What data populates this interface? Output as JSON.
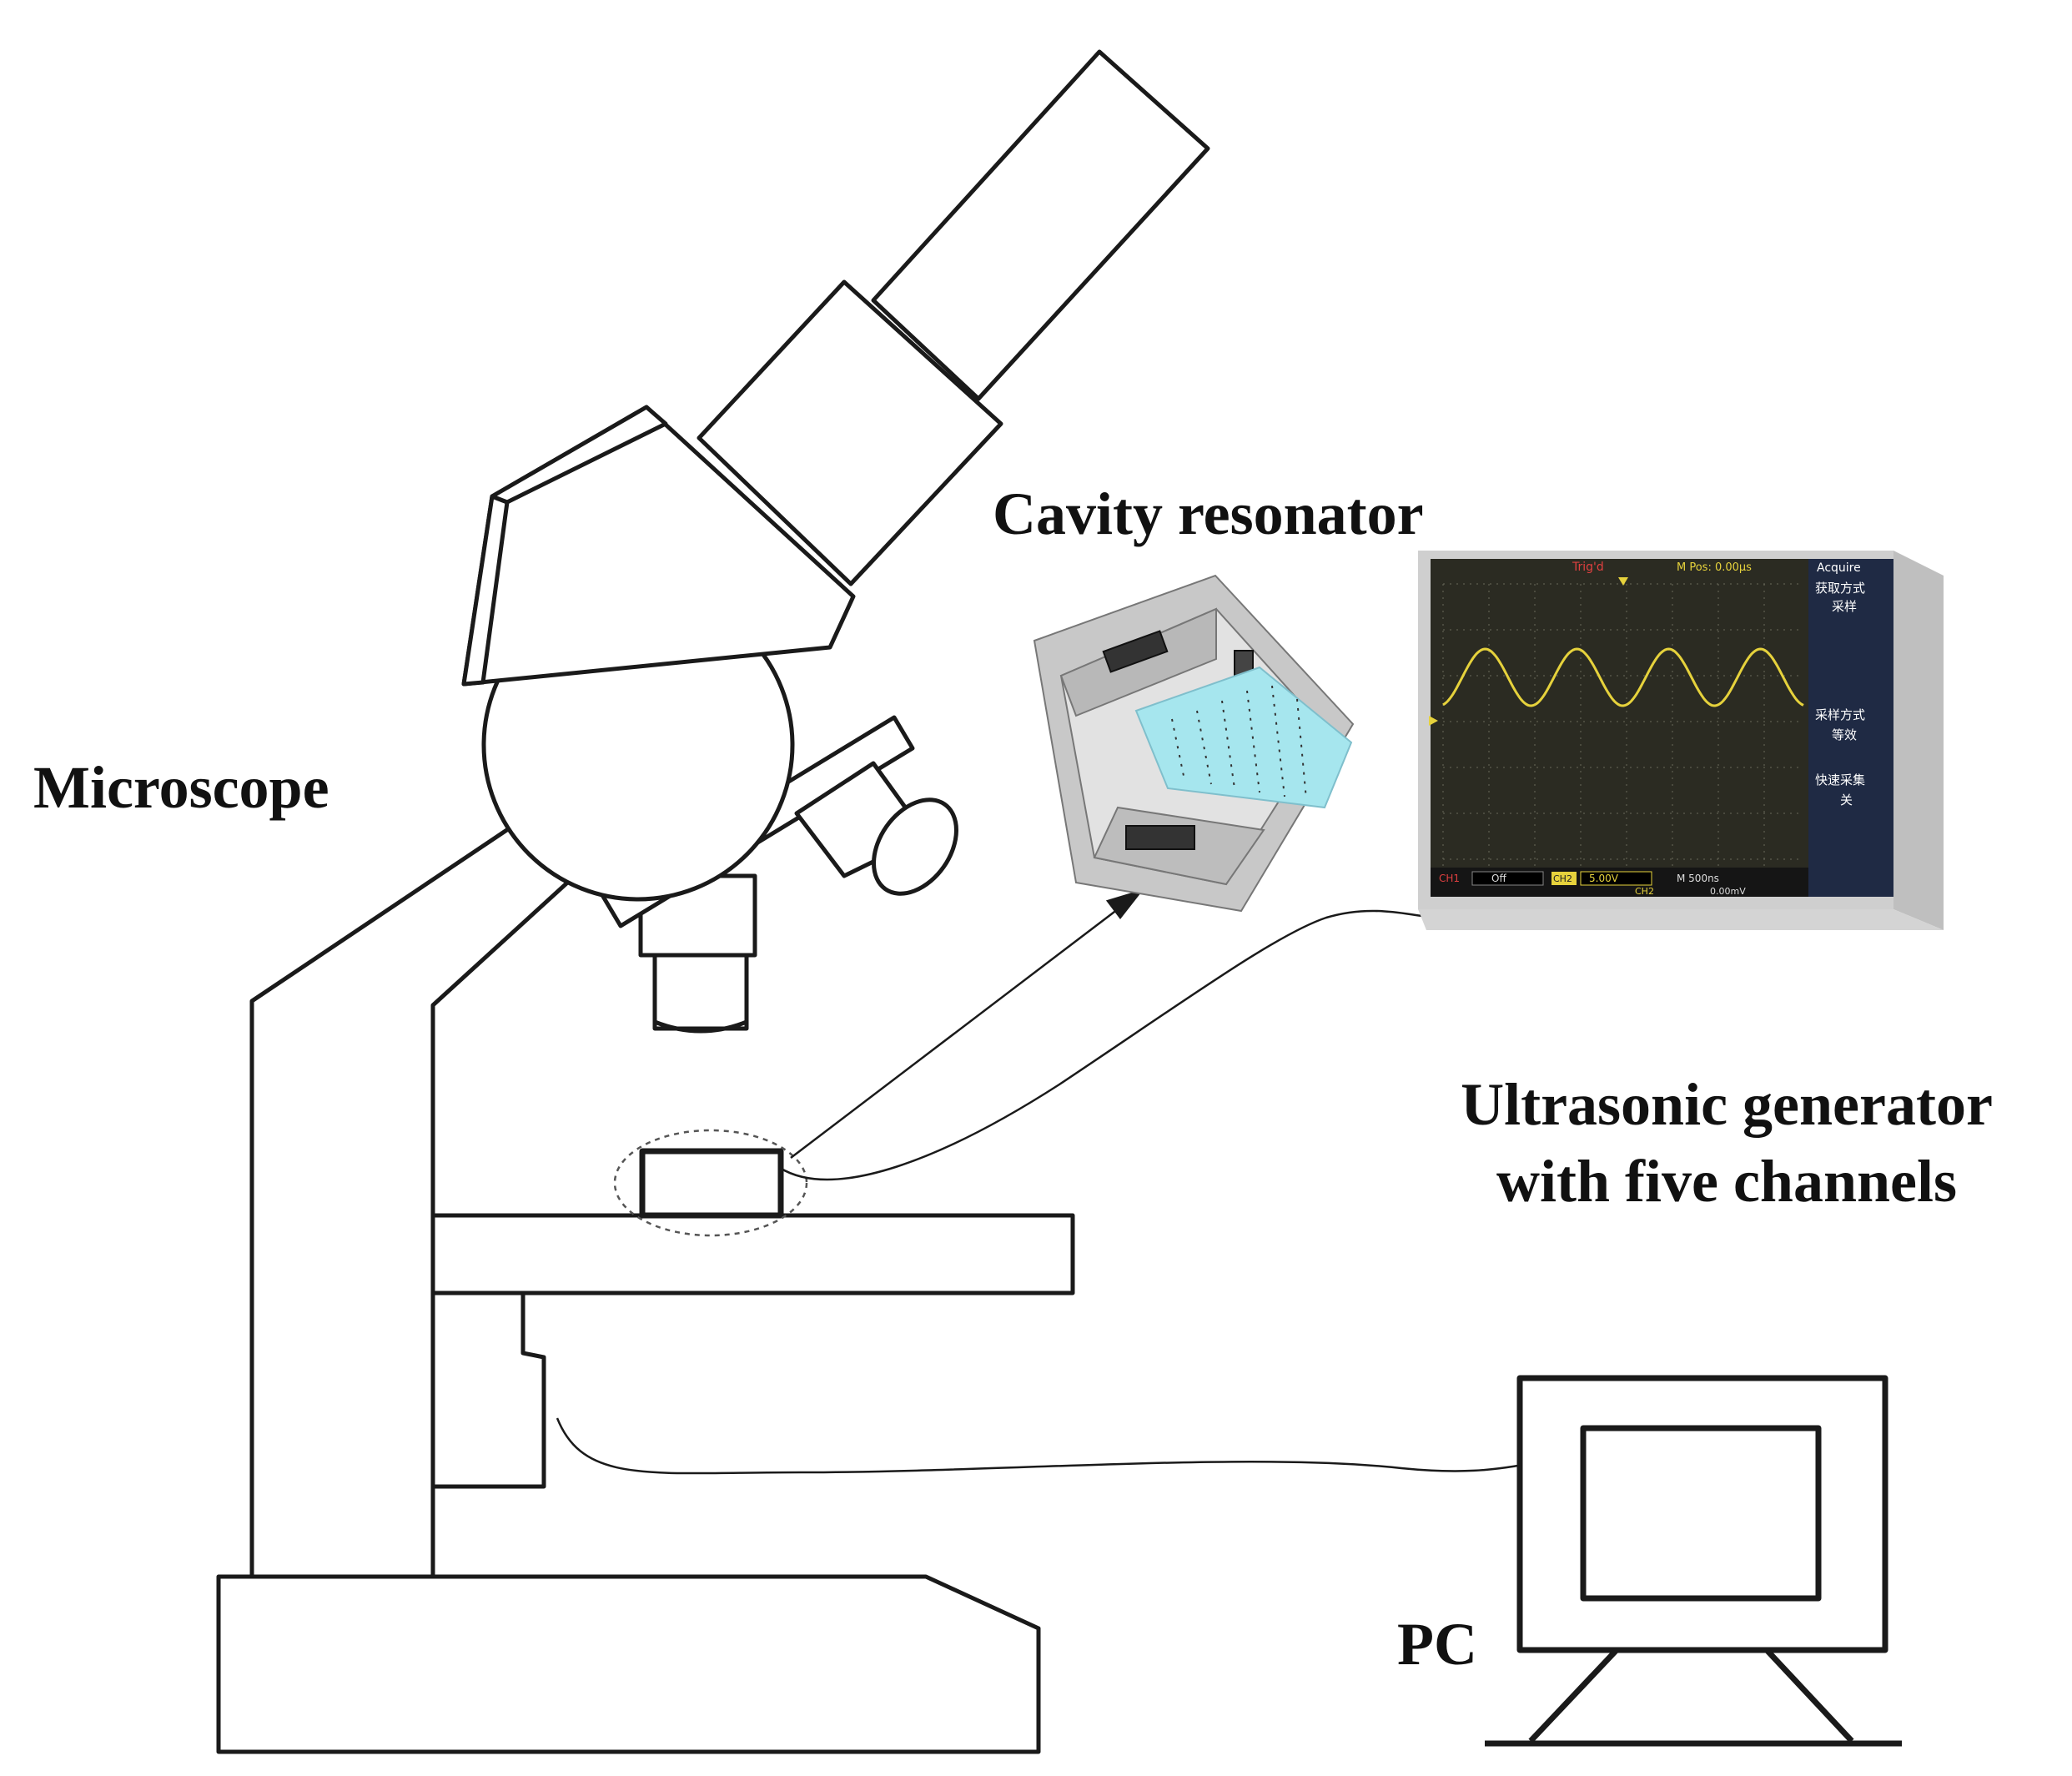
{
  "labels": {
    "microscope": "Microscope",
    "cavity_resonator": "Cavity resonator",
    "generator_line1": "Ultrasonic generator",
    "generator_line2": "with five channels",
    "pc": "PC"
  },
  "oscilloscope": {
    "trig_status": "Trig'd",
    "m_pos": "M Pos: 0.00µs",
    "menu_title": "Acquire",
    "menu_item1_a": "获取方式",
    "menu_item1_b": "采样",
    "menu_item2_a": "采样方式",
    "menu_item2_b": "等效",
    "menu_item3_a": "快速采集",
    "menu_item3_b": "关",
    "ch1_label": "CH1",
    "ch1_value": "Off",
    "ch2_label": "CH2",
    "ch2_value": "5.00V",
    "timebase": "M 500ns",
    "trigger_ch": "CH2",
    "trigger_level": "0.00mV"
  },
  "colors": {
    "line": "#1a1a1a",
    "screen_bg": "#2b2b22",
    "trace": "#e6d23c",
    "panel_water": "#a6e6ee"
  }
}
